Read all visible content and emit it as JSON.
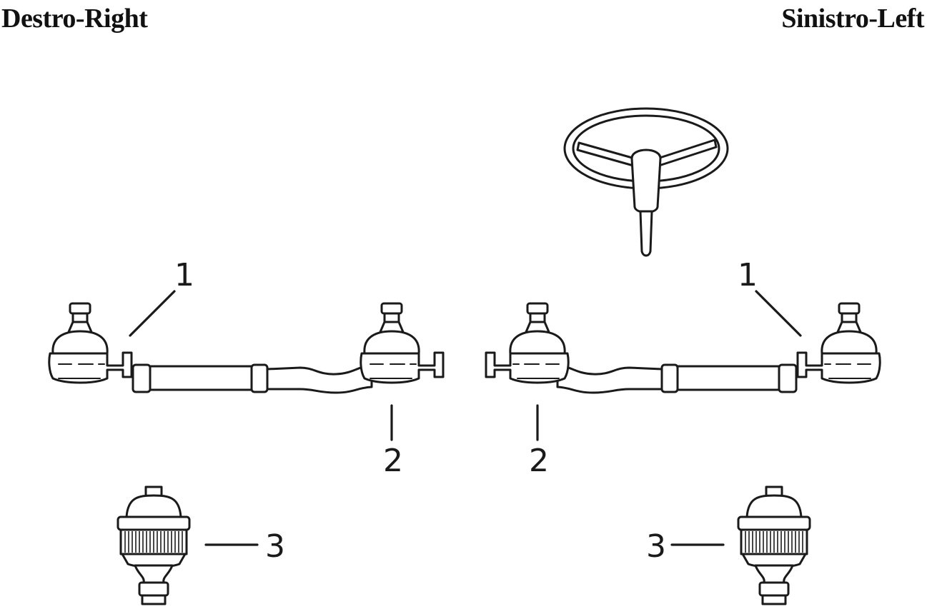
{
  "headings": {
    "right": "Destro-Right",
    "left": "Sinistro-Left"
  },
  "callouts": {
    "tie_rod_end_outer": "1",
    "tie_rod_end_inner": "2",
    "ball_joint": "3"
  },
  "colors": {
    "line": "#1a1a1a",
    "background": "#ffffff"
  }
}
